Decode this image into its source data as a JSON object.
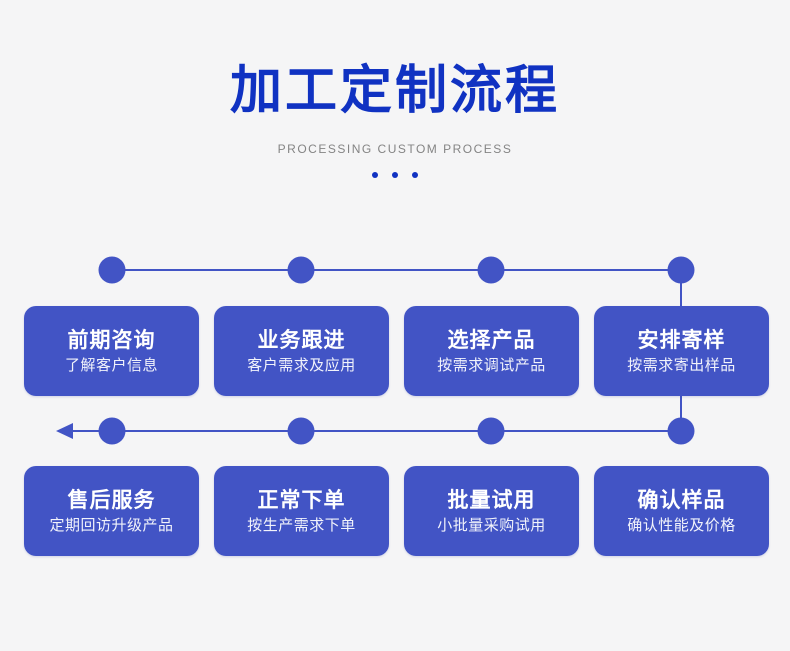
{
  "header": {
    "title": "加工定制流程",
    "subtitle": "PROCESSING CUSTOM PROCESS"
  },
  "colors": {
    "background": "#f5f5f6",
    "title_blue": "#1032c2",
    "accent_blue": "#4254c5",
    "subtitle_gray": "#848484",
    "card_text": "#ffffff"
  },
  "rows": [
    {
      "steps": [
        {
          "title": "前期咨询",
          "desc": "了解客户信息"
        },
        {
          "title": "业务跟进",
          "desc": "客户需求及应用"
        },
        {
          "title": "选择产品",
          "desc": "按需求调试产品"
        },
        {
          "title": "安排寄样",
          "desc": "按需求寄出样品"
        }
      ]
    },
    {
      "steps": [
        {
          "title": "售后服务",
          "desc": "定期回访升级产品"
        },
        {
          "title": "正常下单",
          "desc": "按生产需求下单"
        },
        {
          "title": "批量试用",
          "desc": "小批量采购试用"
        },
        {
          "title": "确认样品",
          "desc": "确认性能及价格"
        }
      ]
    }
  ]
}
